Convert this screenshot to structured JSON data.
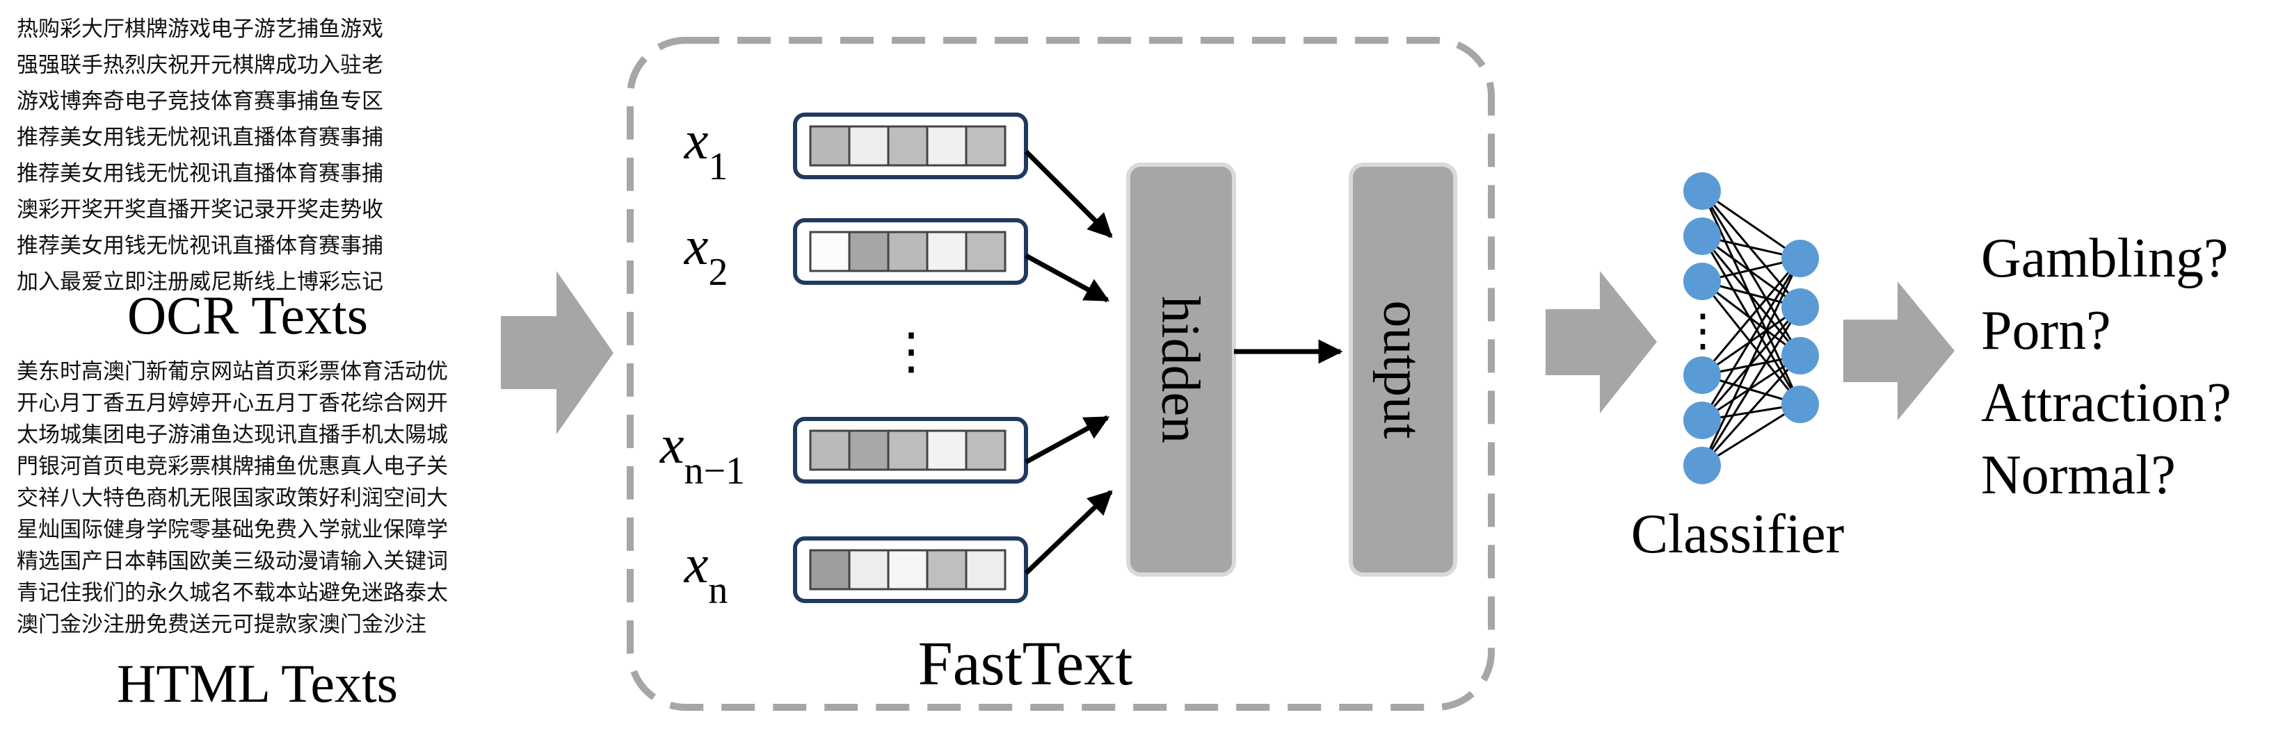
{
  "ocr_block": {
    "label": "OCR Texts",
    "lines": [
      "热购彩大厅棋牌游戏电子游艺捕鱼游戏",
      "强强联手热烈庆祝开元棋牌成功入驻老",
      "游戏博奔奇电子竞技体育赛事捕鱼专区",
      "推荐美女用钱无忧视讯直播体育赛事捕",
      "推荐美女用钱无忧视讯直播体育赛事捕",
      "澳彩开奖开奖直播开奖记录开奖走势收",
      "推荐美女用钱无忧视讯直播体育赛事捕",
      "加入最爱立即注册威尼斯线上博彩忘记"
    ]
  },
  "html_block": {
    "label": "HTML Texts",
    "lines": [
      "美东时高澳门新葡京网站首页彩票体育活动优",
      "开心月丁香五月婷婷开心五月丁香花综合网开",
      "太场城集团电子游浦鱼达现讯直播手机太陽城",
      "門银河首页电竞彩票棋牌捕鱼优惠真人电子关",
      "交祥八大特色商机无限国家政策好利润空间大",
      "星灿国际健身学院零基础免费入学就业保障学",
      "精选国产日本韩国欧美三级动漫请输入关键词",
      "青记住我们的永久城名不载本站避免迷路泰太",
      "澳门金沙注册免费送元可提款家澳门金沙注"
    ]
  },
  "fasttext": {
    "label": "FastText",
    "hidden_label": "hidden",
    "output_label": "output",
    "vectors": [
      {
        "base": "x",
        "sub": "1",
        "cells": [
          0.72,
          0.93,
          0.74,
          0.94,
          0.75
        ]
      },
      {
        "base": "x",
        "sub": "2",
        "cells": [
          0.99,
          0.65,
          0.73,
          0.95,
          0.74
        ]
      },
      {
        "base": "x",
        "sub": "n−1",
        "cells": [
          0.73,
          0.66,
          0.74,
          0.95,
          0.74
        ]
      },
      {
        "base": "x",
        "sub": "n",
        "cells": [
          0.62,
          0.93,
          0.96,
          0.75,
          0.93
        ]
      }
    ],
    "ellipsis": "⋮"
  },
  "classifier": {
    "label": "Classifier",
    "ellipsis": "⋮",
    "node_color": "#5b9bd5"
  },
  "outputs": [
    "Gambling?",
    "Porn?",
    "Attraction?",
    "Normal?"
  ],
  "colors": {
    "arrow_fill": "#a6a6a6",
    "block_fill": "#a6a6a6",
    "vector_border": "#1f3a5f",
    "dashed_border": "#a6a6a6"
  }
}
